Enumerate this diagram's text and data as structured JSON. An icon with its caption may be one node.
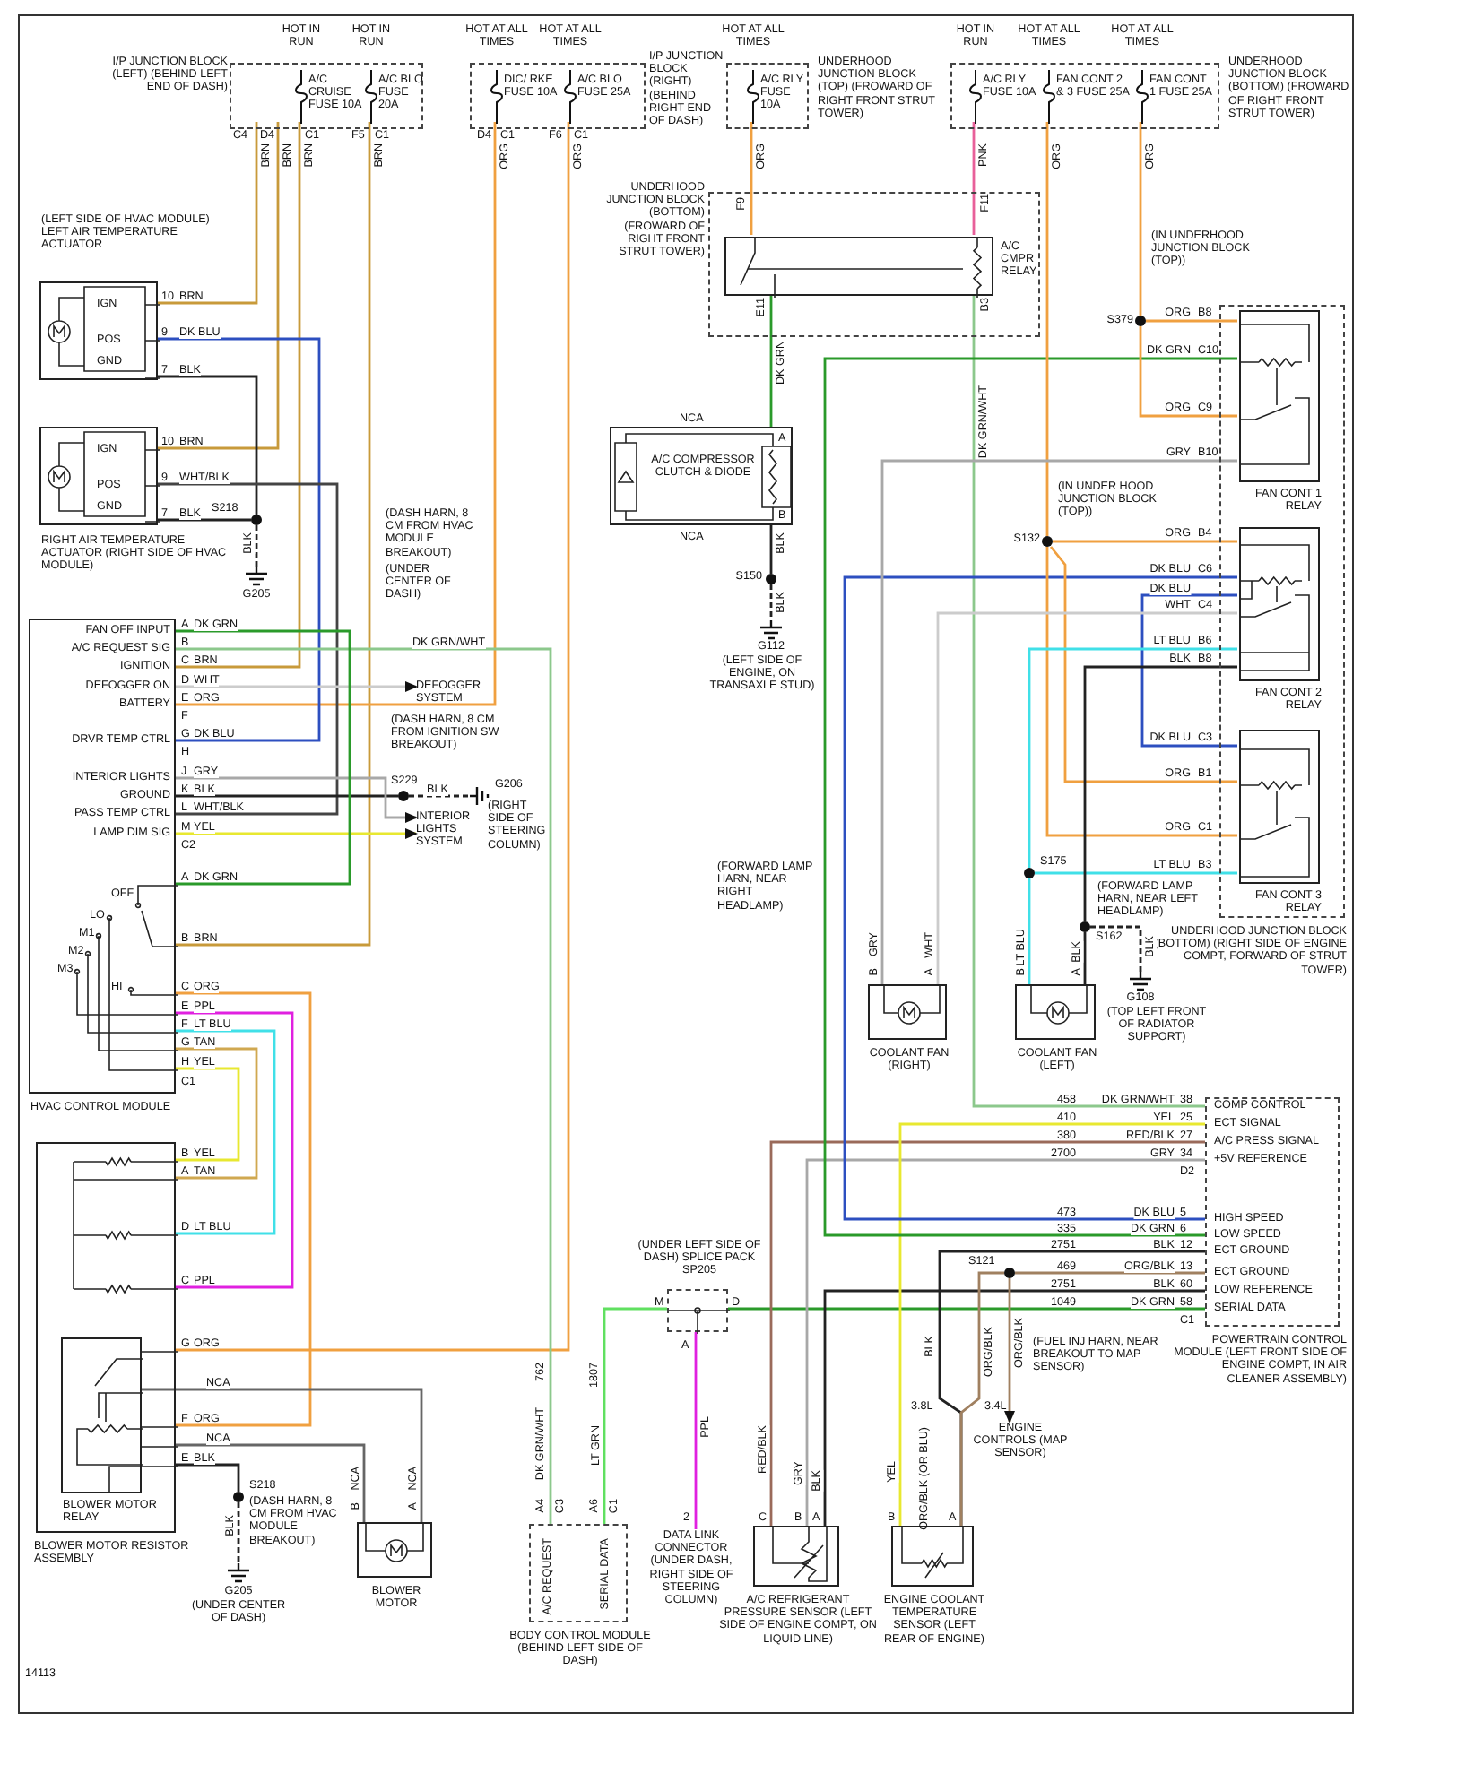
{
  "diagram": {
    "nodes": [
      {
        "text": [
          "I/P JUNCTION BLOCK (LEFT) (BEHIND LEFT END OF DASH)"
        ]
      },
      {
        "text": [
          "A/C CRUISE FUSE 10A"
        ],
        "in": 0,
        "beside": [
          "HOT IN RUN"
        ]
      },
      {
        "text": [
          "A/C BLO FUSE 20A"
        ],
        "in": 0,
        "beside": [
          "HOT IN RUN"
        ]
      },
      {
        "text": [
          "I/P JUNCTION BLOCK (RIGHT) (BEHIND RIGHT END OF DASH)"
        ]
      },
      {
        "text": [
          "DIC/ RKE FUSE 10A"
        ],
        "in": 3,
        "beside": [
          "HOT AT ALL TIMES"
        ]
      },
      {
        "text": [
          "A/C BLO FUSE 25A"
        ],
        "in": 3,
        "beside": [
          "HOT AT ALL TIMES"
        ]
      },
      {
        "text": [
          "UNDERHOOD JUNCTION BLOCK (TOP) (FROWARD OF RIGHT FRONT STRUT TOWER)"
        ]
      },
      {
        "text": [
          "A/C RLY FUSE 10A"
        ],
        "in": 6,
        "beside": [
          "HOT AT ALL TIMES"
        ]
      },
      {
        "text": [
          "UNDERHOOD JUNCTION BLOCK (BOTTOM) (FROWARD OF RIGHT FRONT STRUT TOWER)"
        ]
      },
      {
        "text": [
          "A/C RLY FUSE 10A"
        ],
        "in": 8,
        "beside": [
          "HOT IN RUN"
        ]
      },
      {
        "text": [
          "FAN CONT 2 & 3 FUSE 25A"
        ],
        "in": 8,
        "beside": [
          "HOT AT ALL TIMES"
        ]
      },
      {
        "text": [
          "FAN CONT 1 FUSE 25A"
        ],
        "in": 8,
        "beside": [
          "HOT AT ALL TIMES"
        ]
      },
      {
        "text": [
          "UNDERHOOD JUNCTION BLOCK (BOTTOM) (FROWARD OF RIGHT FRONT STRUT TOWER)"
        ]
      },
      {
        "text": [
          "A/C CMPR RELAY"
        ],
        "in": 12
      },
      {
        "text": [
          "(LEFT SIDE OF HVAC MODULE) LEFT AIR TEMPERATURE ACTUATOR"
        ]
      },
      {
        "text": [
          "RIGHT AIR TEMPERATURE ACTUATOR (RIGHT SIDE OF HVAC MODULE)"
        ]
      },
      {
        "text": [
          "A/C COMPRESSOR CLUTCH & DIODE"
        ],
        "beside": [
          "NCA",
          "NCA"
        ]
      },
      {
        "text": [
          "HVAC CONTROL MODULE"
        ]
      },
      {
        "text": [
          "BLOWER MOTOR RESISTOR ASSEMBLY"
        ]
      },
      {
        "text": [
          "BLOWER MOTOR RELAY"
        ],
        "in": 18
      },
      {
        "text": [
          "BLOWER MOTOR"
        ]
      },
      {
        "text": [
          "BODY CONTROL MODULE (BEHIND LEFT SIDE OF DASH)"
        ]
      },
      {
        "text": [
          "(UNDER LEFT SIDE OF DASH) SPLICE PACK SP205"
        ]
      },
      {
        "text": [
          "DATA LINK CONNECTOR (UNDER DASH, RIGHT SIDE OF STEERING COLUMN)"
        ]
      },
      {
        "text": [
          "A/C REFRIGERANT PRESSURE SENSOR (LEFT SIDE OF ENGINE COMPT, ON LIQUID LINE)"
        ]
      },
      {
        "text": [
          "ENGINE COOLANT TEMPERATURE SENSOR (LEFT REAR OF ENGINE)"
        ]
      },
      {
        "text": [
          "POWERTRAIN CONTROL MODULE (LEFT FRONT SIDE OF ENGINE COMPT, IN AIR CLEANER ASSEMBLY)"
        ]
      },
      {
        "text": [
          "ENGINE CONTROLS (MAP SENSOR)"
        ]
      },
      {
        "text": [
          "UNDERHOOD JUNCTION BLOCK (BOTTOM) (RIGHT SIDE OF ENGINE COMPT, FORWARD OF STRUT TOWER)"
        ]
      },
      {
        "text": [
          "FAN CONT 1 RELAY"
        ],
        "in": 28
      },
      {
        "text": [
          "FAN CONT 2 RELAY"
        ],
        "in": 28
      },
      {
        "text": [
          "FAN CONT 3 RELAY"
        ],
        "in": 28
      },
      {
        "text": [
          "COOLANT FAN (RIGHT)"
        ]
      },
      {
        "text": [
          "COOLANT FAN (LEFT)"
        ]
      },
      {
        "text": [
          "DEFOGGER SYSTEM"
        ]
      },
      {
        "text": [
          "INTERIOR LIGHTS SYSTEM"
        ]
      },
      {
        "text": [
          "S218"
        ]
      },
      {
        "text": [
          "G205"
        ]
      },
      {
        "text": [
          "S229"
        ]
      },
      {
        "text": [
          "G206"
        ],
        "beside": [
          "(RIGHT SIDE OF STEERING COLUMN)"
        ]
      },
      {
        "text": [
          "S218"
        ],
        "beside": [
          "(DASH HARN, 8 CM FROM HVAC MODULE BREAKOUT)"
        ]
      },
      {
        "text": [
          "G205"
        ],
        "beside": [
          "(UNDER CENTER OF DASH)"
        ]
      },
      {
        "text": [
          "S150"
        ]
      },
      {
        "text": [
          "G112"
        ],
        "beside": [
          "(LEFT SIDE OF ENGINE, ON TRANSAXLE STUD)"
        ]
      },
      {
        "text": [
          "S379"
        ]
      },
      {
        "text": [
          "S132"
        ],
        "beside": [
          "(IN UNDER HOOD JUNCTION BLOCK (TOP))"
        ]
      },
      {
        "text": [
          "S175"
        ]
      },
      {
        "text": [
          "S162"
        ],
        "beside": [
          "(FORWARD LAMP HARN, NEAR LEFT HEADLAMP)"
        ]
      },
      {
        "text": [
          "G108"
        ],
        "beside": [
          "(TOP LEFT FRONT OF RADIATOR SUPPORT)"
        ]
      },
      {
        "text": [
          "S121"
        ]
      }
    ],
    "edges": [
      {
        "from": 1,
        "to": 14,
        "arrow": "none",
        "label": "BRN",
        "color": "#c89a3a"
      },
      {
        "from": 1,
        "to": 15,
        "arrow": "none",
        "label": "BRN",
        "color": "#c89a3a"
      },
      {
        "from": 1,
        "to": 17,
        "arrow": "none",
        "label": "BRN",
        "color": "#c89a3a"
      },
      {
        "from": 2,
        "to": 17,
        "arrow": "none",
        "label": "BRN",
        "color": "#c89a3a"
      },
      {
        "from": 4,
        "to": 17,
        "arrow": "none",
        "label": "ORG",
        "color": "#f0a040"
      },
      {
        "from": 5,
        "to": 18,
        "arrow": "none",
        "label": "ORG",
        "color": "#f0a040"
      },
      {
        "from": 14,
        "to": 17,
        "arrow": "none",
        "label": "DK BLU",
        "color": "#2d4fc0"
      },
      {
        "from": 14,
        "to": 36,
        "arrow": "none",
        "label": "BLK",
        "color": "#222222"
      },
      {
        "from": 15,
        "to": 17,
        "arrow": "none",
        "label": "WHT/BLK",
        "color": "#444444"
      },
      {
        "from": 15,
        "to": 36,
        "arrow": "none",
        "label": "BLK",
        "color": "#222222"
      },
      {
        "from": 36,
        "to": 37,
        "arrow": "none",
        "label": "BLK",
        "color": "#222222",
        "style": "dashed"
      },
      {
        "from": 7,
        "to": 13,
        "arrow": "none",
        "label": "ORG",
        "color": "#f0a040"
      },
      {
        "from": 9,
        "to": 13,
        "arrow": "none",
        "label": "PNK",
        "color": "#e8609a"
      },
      {
        "from": 13,
        "to": 16,
        "arrow": "none",
        "label": "DK GRN",
        "color": "#2a9a2a"
      },
      {
        "from": 16,
        "to": 42,
        "arrow": "none",
        "label": "BLK",
        "color": "#222222"
      },
      {
        "from": 42,
        "to": 43,
        "arrow": "none",
        "label": "BLK",
        "color": "#222222",
        "style": "dashed"
      },
      {
        "from": 13,
        "to": 26,
        "arrow": "none",
        "label": "DK GRN/WHT",
        "color": "#8cc88c"
      },
      {
        "from": 17,
        "to": 21,
        "arrow": "none",
        "label": "DK GRN/WHT",
        "color": "#8cc88c"
      },
      {
        "from": 17,
        "to": 34,
        "arrow": "to",
        "label": "WHT",
        "color": "#cccccc"
      },
      {
        "from": 17,
        "to": 38,
        "arrow": "none",
        "label": "BLK",
        "color": "#222222"
      },
      {
        "from": 38,
        "to": 39,
        "arrow": "none",
        "label": "BLK",
        "color": "#222222",
        "style": "dashed"
      },
      {
        "from": 17,
        "to": 35,
        "arrow": "to",
        "label": "GRY",
        "color": "#a8a8a8"
      },
      {
        "from": 17,
        "to": 35,
        "arrow": "to",
        "label": "YEL",
        "color": "#e8e830"
      },
      {
        "from": 17,
        "to": 17,
        "arrow": "none",
        "label": "DK GRN",
        "color": "#2a9a2a"
      },
      {
        "from": 17,
        "to": 18,
        "arrow": "none",
        "label": "ORG",
        "color": "#f0a040"
      },
      {
        "from": 17,
        "to": 18,
        "arrow": "none",
        "label": "PPL",
        "color": "#e020e0"
      },
      {
        "from": 17,
        "to": 18,
        "arrow": "none",
        "label": "LT BLU",
        "color": "#40e0e8"
      },
      {
        "from": 17,
        "to": 18,
        "arrow": "none",
        "label": "TAN",
        "color": "#d0a850"
      },
      {
        "from": 17,
        "to": 18,
        "arrow": "none",
        "label": "YEL",
        "color": "#e8e830"
      },
      {
        "from": 19,
        "to": 20,
        "arrow": "none",
        "label": "NCA",
        "color": "#666666"
      },
      {
        "from": 18,
        "to": 20,
        "arrow": "none",
        "label": "NCA",
        "color": "#666666"
      },
      {
        "from": 18,
        "to": 40,
        "arrow": "none",
        "label": "BLK",
        "color": "#222222"
      },
      {
        "from": 40,
        "to": 41,
        "arrow": "none",
        "label": "BLK",
        "color": "#222222",
        "style": "dashed"
      },
      {
        "from": 21,
        "to": 22,
        "arrow": "none",
        "label": "LT GRN",
        "color": "#60e060"
      },
      {
        "from": 22,
        "to": 23,
        "arrow": "none",
        "label": "PPL",
        "color": "#e020e0"
      },
      {
        "from": 22,
        "to": 26,
        "arrow": "none",
        "label": "DK GRN",
        "color": "#2a9a2a"
      },
      {
        "from": 26,
        "to": 24,
        "arrow": "none",
        "label": "RED/BLK",
        "color": "#9a6a5a"
      },
      {
        "from": 26,
        "to": 24,
        "arrow": "none",
        "label": "GRY",
        "color": "#a8a8a8"
      },
      {
        "from": 26,
        "to": 24,
        "arrow": "none",
        "label": "BLK",
        "color": "#222222"
      },
      {
        "from": 26,
        "to": 25,
        "arrow": "none",
        "label": "YEL",
        "color": "#e8e830"
      },
      {
        "from": 26,
        "to": 25,
        "arrow": "none",
        "label": "BLK",
        "color": "#222222"
      },
      {
        "from": 26,
        "to": 49,
        "arrow": "none",
        "label": "ORG/BLK",
        "color": "#a08060"
      },
      {
        "from": 49,
        "to": 25,
        "arrow": "none",
        "label": "ORG/BLK",
        "color": "#a08060"
      },
      {
        "from": 49,
        "to": 27,
        "arrow": "to",
        "label": "ORG/BLK",
        "color": "#a08060"
      },
      {
        "from": 26,
        "to": 29,
        "arrow": "none",
        "label": "DK GRN",
        "color": "#2a9a2a"
      },
      {
        "from": 26,
        "to": 30,
        "arrow": "none",
        "label": "DK BLU",
        "color": "#2d4fc0"
      },
      {
        "from": 30,
        "to": 31,
        "arrow": "none",
        "label": "DK BLU",
        "color": "#2d4fc0"
      },
      {
        "from": 11,
        "to": 44,
        "arrow": "none",
        "label": "ORG",
        "color": "#f0a040"
      },
      {
        "from": 44,
        "to": 29,
        "arrow": "none",
        "label": "ORG",
        "color": "#f0a040"
      },
      {
        "from": 44,
        "to": 29,
        "arrow": "none",
        "label": "ORG",
        "color": "#f0a040"
      },
      {
        "from": 10,
        "to": 45,
        "arrow": "none",
        "label": "ORG",
        "color": "#f0a040"
      },
      {
        "from": 45,
        "to": 30,
        "arrow": "none",
        "label": "ORG",
        "color": "#f0a040"
      },
      {
        "from": 45,
        "to": 31,
        "arrow": "none",
        "label": "ORG",
        "color": "#f0a040"
      },
      {
        "from": 45,
        "to": 31,
        "arrow": "none",
        "label": "ORG",
        "color": "#f0a040"
      },
      {
        "from": 29,
        "to": 32,
        "arrow": "none",
        "label": "GRY",
        "color": "#a8a8a8"
      },
      {
        "from": 30,
        "to": 32,
        "arrow": "none",
        "label": "WHT",
        "color": "#cccccc"
      },
      {
        "from": 30,
        "to": 46,
        "arrow": "none",
        "label": "LT BLU",
        "color": "#40e0e8"
      },
      {
        "from": 31,
        "to": 46,
        "arrow": "none",
        "label": "LT BLU",
        "color": "#40e0e8"
      },
      {
        "from": 46,
        "to": 33,
        "arrow": "none",
        "label": "LT BLU",
        "color": "#40e0e8"
      },
      {
        "from": 30,
        "to": 47,
        "arrow": "none",
        "label": "BLK",
        "color": "#222222"
      },
      {
        "from": 47,
        "to": 33,
        "arrow": "none",
        "label": "BLK",
        "color": "#222222"
      },
      {
        "from": 47,
        "to": 48,
        "arrow": "none",
        "label": "BLK",
        "color": "#222222",
        "style": "dashed"
      }
    ],
    "labels": [
      "C4",
      "D4",
      "C1",
      "F5",
      "C1",
      "D4",
      "C1",
      "F6",
      "C1",
      "F9",
      "F11",
      "E11",
      "B3",
      "A",
      "B",
      "IGN",
      "POS",
      "GND",
      "10",
      "9",
      "7",
      "BRN",
      "IGN",
      "POS",
      "GND",
      "10",
      "9",
      "7",
      "BRN",
      "FAN OFF INPUT",
      "A/C REQUEST SIG",
      "IGNITION",
      "DEFOGGER ON",
      "BATTERY",
      "DRVR TEMP CTRL",
      "INTERIOR LIGHTS",
      "GROUND",
      "PASS TEMP CTRL",
      "LAMP DIM SIG",
      "A",
      "B",
      "C",
      "BRN",
      "D",
      "E",
      "ORG",
      "F",
      "G",
      "DK BLU",
      "H",
      "J",
      "K",
      "L",
      "WHT/BLK",
      "M",
      "C2",
      "A",
      "DK GRN",
      "OFF",
      "LO",
      "M1",
      "M2",
      "M3",
      "HI",
      "B",
      "BRN",
      "C",
      "E",
      "F",
      "G",
      "H",
      "C1",
      "B",
      "YEL",
      "A",
      "TAN",
      "D",
      "LT BLU",
      "C",
      "PPL",
      "G",
      "ORG",
      "F",
      "ORG",
      "E",
      "NCA",
      "B",
      "NCA",
      "A",
      "DK GRN/WHT",
      "762",
      "A4",
      "C3",
      "1807",
      "A6",
      "C1",
      "A/C REQUEST",
      "SERIAL DATA",
      "M",
      "D",
      "A",
      "2",
      "C",
      "B",
      "A",
      "B",
      "ORG/BLK (OR BLU)",
      "A",
      "3.8L",
      "3.4L",
      "458",
      "DK GRN/WHT",
      "38",
      "410",
      "YEL",
      "25",
      "380",
      "RED/BLK",
      "27",
      "2700",
      "GRY",
      "34",
      "D2",
      "473",
      "5",
      "335",
      "6",
      "2751",
      "BLK",
      "12",
      "469",
      "13",
      "2751",
      "BLK",
      "60",
      "1049",
      "58",
      "C1",
      "COMP CONTROL",
      "ECT SIGNAL",
      "A/C PRESS SIGNAL",
      "+5V REFERENCE",
      "HIGH SPEED",
      "LOW SPEED",
      "ECT GROUND",
      "ECT GROUND",
      "LOW REFERENCE",
      "SERIAL DATA",
      "B8",
      "DK GRN",
      "C10",
      "C9",
      "B10",
      "B4",
      "DK BLU",
      "C6",
      "C4",
      "B6",
      "B8",
      "DK BLU",
      "C3",
      "B1",
      "C1",
      "B3",
      "GRY",
      "B",
      "WHT",
      "A",
      "B",
      "A",
      "14113",
      "(DASH HARN, 8 CM FROM HVAC MODULE BREAKOUT)",
      "(UNDER CENTER OF DASH)",
      "(DASH HARN, 8 CM FROM IGNITION SW BREAKOUT)",
      "(IN UNDERHOOD JUNCTION BLOCK (TOP))",
      "(FORWARD LAMP HARN, NEAR RIGHT HEADLAMP)",
      "(FUEL INJ HARN, NEAR BREAKOUT TO MAP SENSOR)"
    ]
  }
}
